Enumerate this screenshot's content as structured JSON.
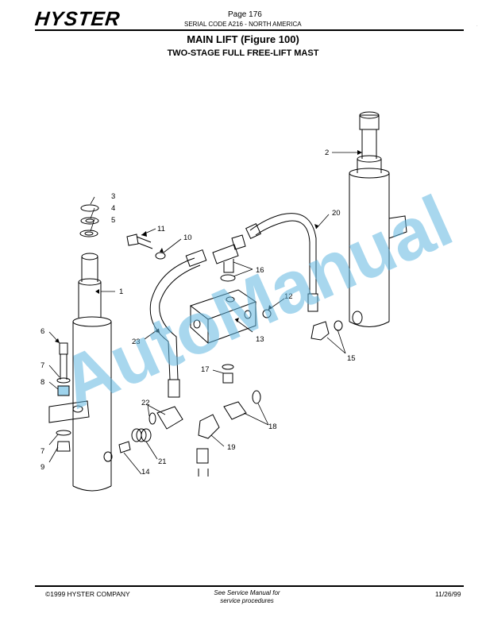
{
  "header": {
    "brand": "HYSTER",
    "page": "Page 176",
    "serial": "SERIAL CODE  A216 - NORTH AMERICA"
  },
  "title": "MAIN LIFT  (Figure 100)",
  "subtitle": "TWO-STAGE FULL FREE-LIFT MAST",
  "diagram": {
    "callouts": [
      "1",
      "2",
      "3",
      "4",
      "5",
      "6",
      "7",
      "8",
      "7",
      "9",
      "10",
      "11",
      "12",
      "13",
      "14",
      "15",
      "16",
      "17",
      "18",
      "19",
      "20",
      "21",
      "22",
      "23"
    ]
  },
  "watermark": "AutoManual",
  "footer": {
    "copyright": "©1999 HYSTER COMPANY",
    "note_line1": "See Service Manual for",
    "note_line2": "service procedures",
    "date": "11/26/99"
  },
  "colors": {
    "watermark": "#60b6e0",
    "ink": "#000000"
  }
}
